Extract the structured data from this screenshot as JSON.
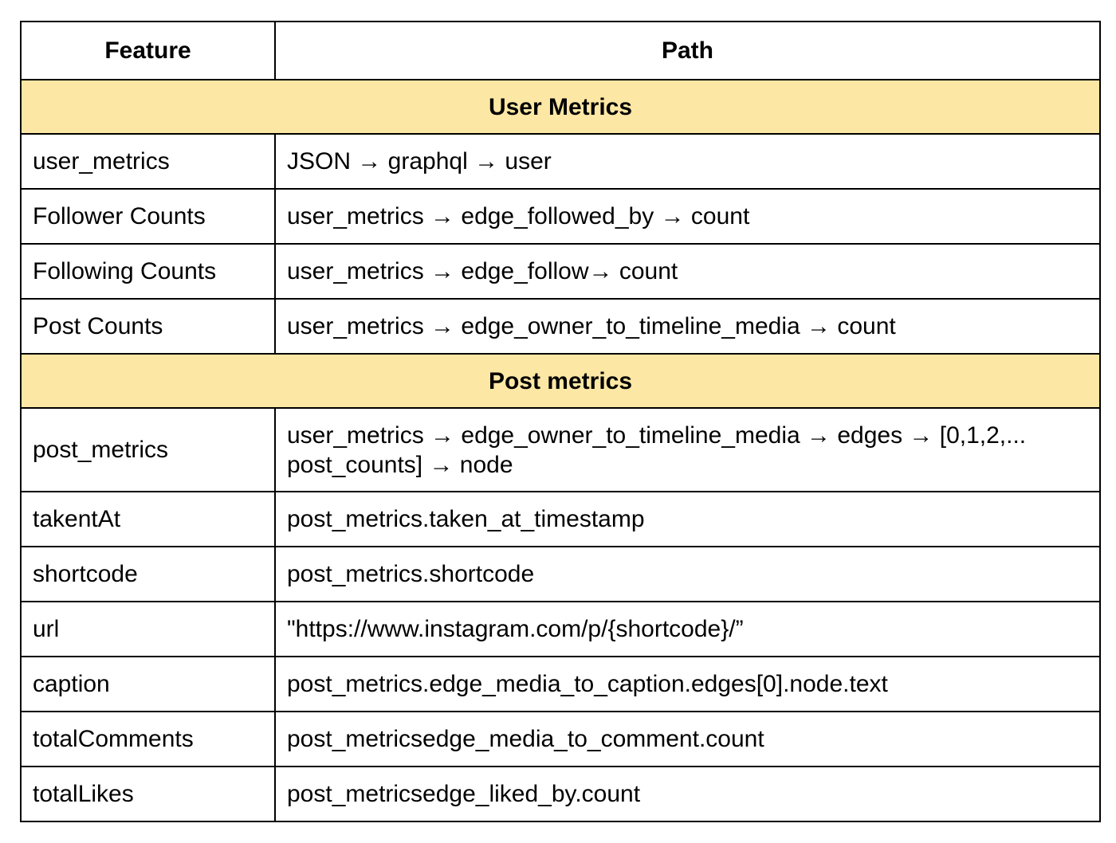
{
  "table": {
    "headers": [
      "Feature",
      "Path"
    ],
    "sections": [
      {
        "title": "User Metrics",
        "rows": [
          {
            "feature": "user_metrics",
            "path": "JSON → graphql → user"
          },
          {
            "feature": "Follower Counts",
            "path": "user_metrics → edge_followed_by → count"
          },
          {
            "feature": "Following Counts",
            "path": "user_metrics → edge_follow→ count"
          },
          {
            "feature": "Post Counts",
            "path": "user_metrics → edge_owner_to_timeline_media → count"
          }
        ]
      },
      {
        "title": "Post metrics",
        "rows": [
          {
            "feature": "post_metrics",
            "path": "user_metrics → edge_owner_to_timeline_media → edges → [0,1,2,... post_counts] → node"
          },
          {
            "feature": "takentAt",
            "path": "post_metrics.taken_at_timestamp"
          },
          {
            "feature": "shortcode",
            "path": "post_metrics.shortcode"
          },
          {
            "feature": "url",
            "path": "\"https://www.instagram.com/p/{shortcode}/”"
          },
          {
            "feature": "caption",
            "path": "post_metrics.edge_media_to_caption.edges[0].node.text"
          },
          {
            "feature": "totalComments",
            "path": "post_metricsedge_media_to_comment.count"
          },
          {
            "feature": "totalLikes",
            "path": "post_metricsedge_liked_by.count"
          }
        ]
      }
    ],
    "colors": {
      "section_bg": "#fce8a4",
      "border": "#000000"
    }
  }
}
